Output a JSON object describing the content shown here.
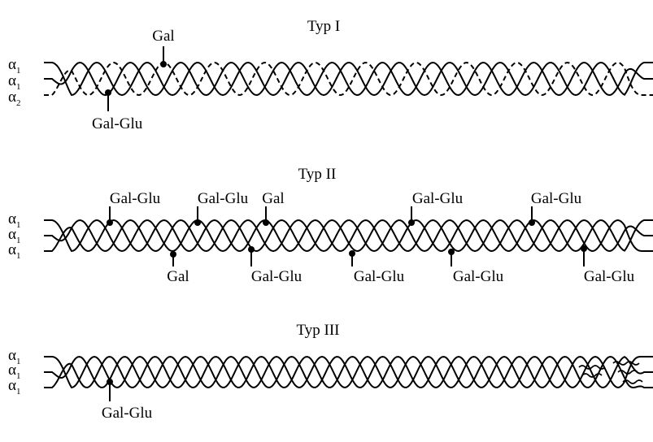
{
  "panels": [
    {
      "title": "Typ I",
      "chain_labels": [
        "α1",
        "α1",
        "α2"
      ],
      "dashed_strand": 2,
      "glyco_top": [
        {
          "label": "Gal"
        }
      ],
      "glyco_bottom": [
        {
          "label": "Gal-Glu"
        }
      ],
      "wavy_crosslinks": false
    },
    {
      "title": "Typ II",
      "chain_labels": [
        "α1",
        "α1",
        "α1"
      ],
      "dashed_strand": -1,
      "glyco_top": [
        {
          "label": "Gal-Glu"
        },
        {
          "label": "Gal-Glu"
        },
        {
          "label": "Gal"
        },
        {
          "label": "Gal-Glu"
        },
        {
          "label": "Gal-Glu"
        }
      ],
      "glyco_bottom": [
        {
          "label": "Gal"
        },
        {
          "label": "Gal-Glu"
        },
        {
          "label": "Gal-Glu"
        },
        {
          "label": "Gal-Glu"
        },
        {
          "label": "Gal-Glu"
        }
      ],
      "wavy_crosslinks": false
    },
    {
      "title": "Typ III",
      "chain_labels": [
        "α1",
        "α1",
        "α1"
      ],
      "dashed_strand": -1,
      "glyco_top": [],
      "glyco_bottom": [
        {
          "label": "Gal-Glu"
        }
      ],
      "wavy_crosslinks": true
    }
  ]
}
